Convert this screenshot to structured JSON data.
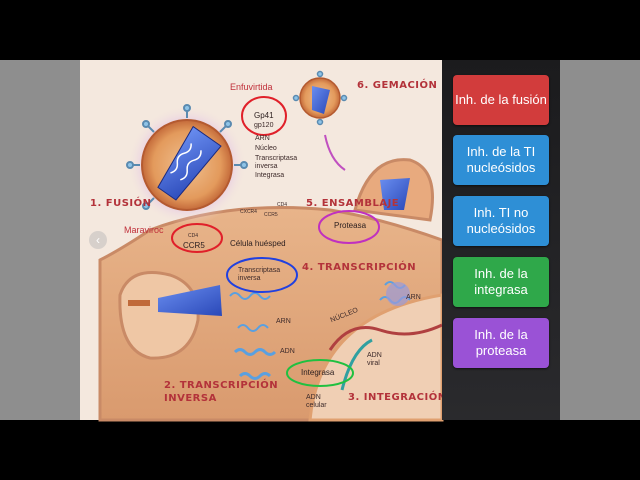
{
  "diagram": {
    "steps": {
      "fusion": "1. FUSIÓN",
      "transcripcion_inversa_a": "2. TRANSCRIPCIÓN",
      "transcripcion_inversa_b": "INVERSA",
      "integracion": "3. INTEGRACIÓN",
      "transcripcion": "4. TRANSCRIPCIÓN",
      "ensamblaje": "5. ENSAMBLAJE",
      "gemacion": "6. GEMACIÓN"
    },
    "labels": {
      "enfuvirtida": "Enfuvirtida",
      "gp41": "Gp41",
      "gp120": "gp120",
      "arn_top": "ARN",
      "nucleo": "Núcleo",
      "transcriptasa_inversa_a": "Transcriptasa",
      "transcriptasa_inversa_b": "inversa",
      "integrasa_top": "Integrasa",
      "maraviroc": "Maraviroc",
      "cd4_a": "CD4",
      "ccr5": "CCR5",
      "cd4_b": "CD4",
      "cxcr4": "CXCR4",
      "ccr5_b": "CCR5",
      "celula_huesped": "Célula huésped",
      "transcriptasa_mid_a": "Transcriptasa",
      "transcriptasa_mid_b": "inversa",
      "proteasa": "Proteasa",
      "arn_mid": "ARN",
      "adn_mid": "ADN",
      "nucleo_cell": "NÚCLEO",
      "arn_right": "ARN",
      "integrasa_bottom": "Integrasa",
      "adn_viral_a": "ADN",
      "adn_viral_b": "viral",
      "adn_celular_a": "ADN",
      "adn_celular_b": "celular"
    }
  },
  "sidebar": {
    "buttons": [
      {
        "label": "Inh. de la fusión",
        "color": "#d23c3c"
      },
      {
        "label": "Inh. de la TI nucleósidos",
        "color": "#2e8fd6"
      },
      {
        "label": "Inh. TI no nucleósidos",
        "color": "#2e8fd6"
      },
      {
        "label": "Inh. de la integrasa",
        "color": "#2fa84a"
      },
      {
        "label": "Inh. de la proteasa",
        "color": "#9a52d6"
      }
    ]
  },
  "colors": {
    "annotation_red": "#e0202a",
    "annotation_purple": "#c030c0",
    "annotation_blue": "#2040e0",
    "annotation_green": "#20c040"
  }
}
